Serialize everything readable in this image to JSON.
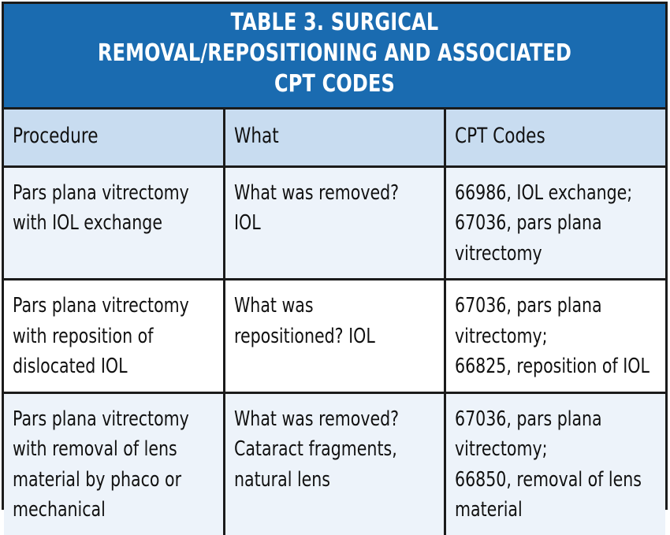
{
  "table": {
    "title": "Table 3. Surgical removal/repositioning and associated CPT codes",
    "accent_color": "#1a6bb0",
    "header_row_color": "#c8dcf0",
    "shaded_row_color": "#edf3fa",
    "border_color": "#1b1b1b",
    "columns": [
      {
        "key": "procedure",
        "label": "Procedure"
      },
      {
        "key": "what",
        "label": "What"
      },
      {
        "key": "cpt_codes",
        "label": "CPT Codes"
      }
    ],
    "rows": [
      {
        "shaded": true,
        "procedure": "Pars plana vitrectomy\nwith IOL exchange",
        "what": "What was removed?\nIOL",
        "cpt_codes": "66986, IOL exchange;\n67036, pars plana\nvitrectomy"
      },
      {
        "shaded": false,
        "procedure": "Pars plana vitrectomy\nwith reposition of\ndislocated IOL",
        "what": "What was\nrepositioned? IOL",
        "cpt_codes": "67036, pars plana\nvitrectomy;\n66825, reposition of IOL"
      },
      {
        "shaded": true,
        "procedure": "Pars plana vitrectomy\nwith removal of lens\nmaterial by phaco or\nmechanical",
        "what": "What was removed?\nCataract fragments,\nnatural lens",
        "cpt_codes": "67036, pars plana\nvitrectomy;\n66850, removal of lens\nmaterial"
      }
    ]
  }
}
